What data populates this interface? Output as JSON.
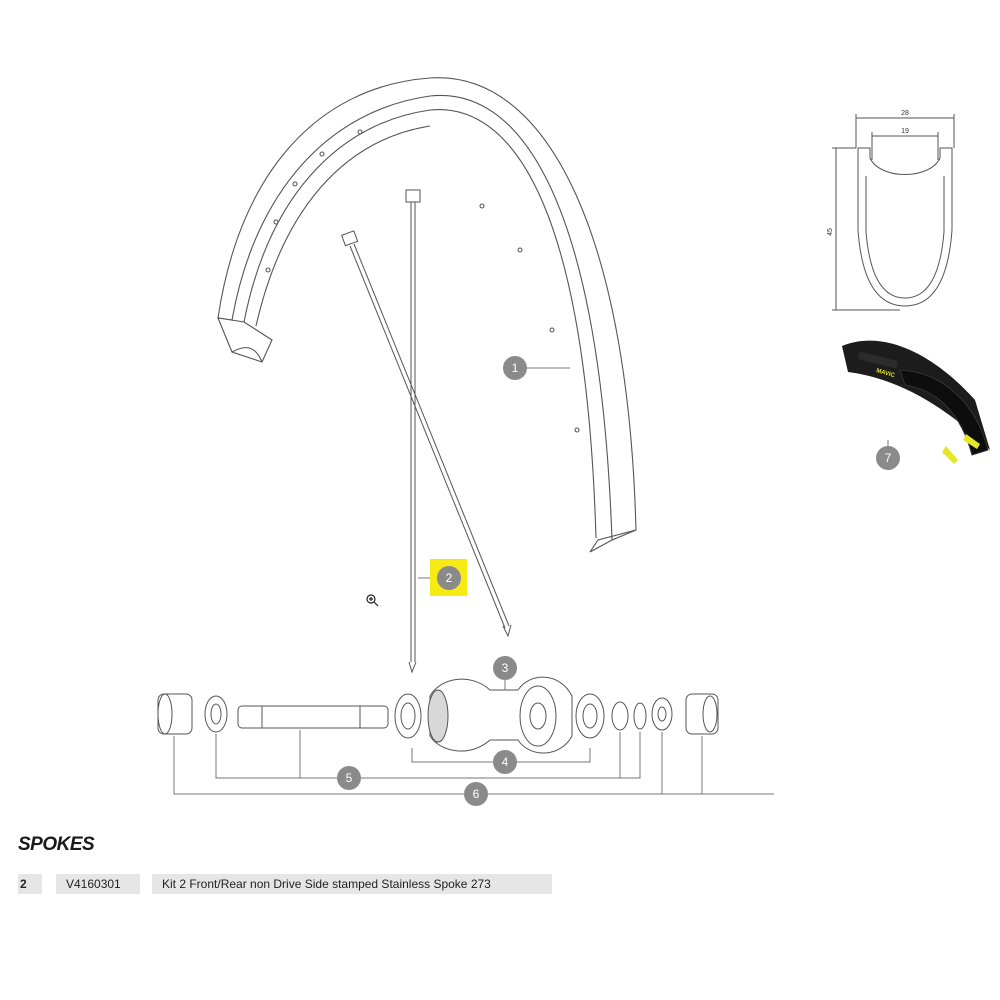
{
  "callouts": [
    {
      "label": "1",
      "highlighted": false
    },
    {
      "label": "2",
      "highlighted": true
    },
    {
      "label": "3",
      "highlighted": false
    },
    {
      "label": "4",
      "highlighted": false
    },
    {
      "label": "5",
      "highlighted": false
    },
    {
      "label": "6",
      "highlighted": false
    },
    {
      "label": "7",
      "highlighted": false
    }
  ],
  "rim_profile": {
    "width_outer": "28",
    "width_inner": "19",
    "height": "45"
  },
  "tire_brand": "MAVIC",
  "icons": {
    "zoom": "zoom-in-icon"
  },
  "colors": {
    "highlight": "#f5ea14",
    "callout": "#8a8a8a",
    "line": "#555555",
    "tire_accent": "#e6e62a",
    "row_bg": "#e6e6e6"
  },
  "section": {
    "title": "SPOKES",
    "rows": [
      {
        "ref": "2",
        "part_number": "V4160301",
        "description": "Kit 2 Front/Rear non Drive Side stamped Stainless Spoke 273"
      }
    ]
  }
}
